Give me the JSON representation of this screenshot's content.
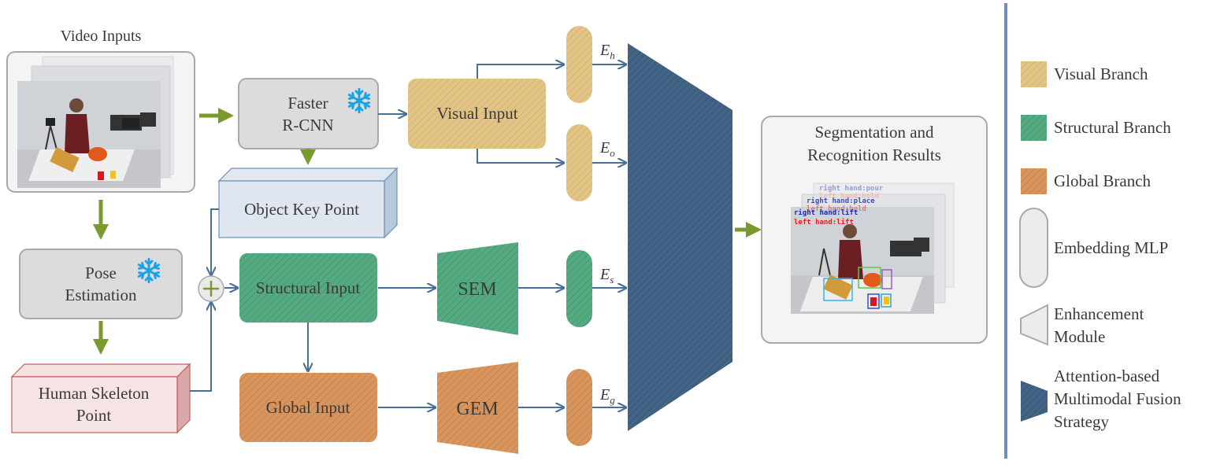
{
  "video_inputs": {
    "title": "Video Inputs"
  },
  "nodes": {
    "faster_rcnn": [
      "Faster",
      "R-CNN"
    ],
    "pose_estimation": [
      "Pose",
      "Estimation"
    ],
    "human_skeleton": [
      "Human Skeleton",
      "Point"
    ],
    "object_key_point": "Object Key Point",
    "visual_input": "Visual Input",
    "structural_input": "Structural Input",
    "global_input": "Global Input",
    "sem": "SEM",
    "gem": "GEM"
  },
  "embeddings": {
    "e_h": {
      "base": "E",
      "sub": "h"
    },
    "e_o": {
      "base": "E",
      "sub": "o"
    },
    "e_s": {
      "base": "E",
      "sub": "s"
    },
    "e_g": {
      "base": "E",
      "sub": "g"
    }
  },
  "results": {
    "title": [
      "Segmentation and",
      "Recognition Results"
    ],
    "overlay": [
      "right hand:pour",
      "left hand:hold",
      "right hand:place",
      "left hand:hold",
      "right hand:lift",
      "left hand:lift"
    ]
  },
  "legend": [
    {
      "label": [
        "Visual Branch"
      ],
      "color": "#e2c486"
    },
    {
      "label": [
        "Structural Branch"
      ],
      "color": "#55aa82"
    },
    {
      "label": [
        "Global Branch"
      ],
      "color": "#d8955e"
    },
    {
      "label": [
        "Embedding MLP"
      ],
      "color": "#ececec"
    },
    {
      "label": [
        "Enhancement",
        "Module"
      ],
      "color": "#ececec"
    },
    {
      "label": [
        "Attention-based",
        "Multimodal Fusion",
        "Strategy"
      ],
      "color": "#3e5f80"
    }
  ],
  "colors": {
    "visual": "#e2c486",
    "structural": "#55aa82",
    "global": "#d8955e",
    "fusion": "#3e5f80",
    "arrow_blue": "#4a6f96",
    "arrow_green": "#7a9a2e",
    "snowflake": "#1aa3e8"
  }
}
